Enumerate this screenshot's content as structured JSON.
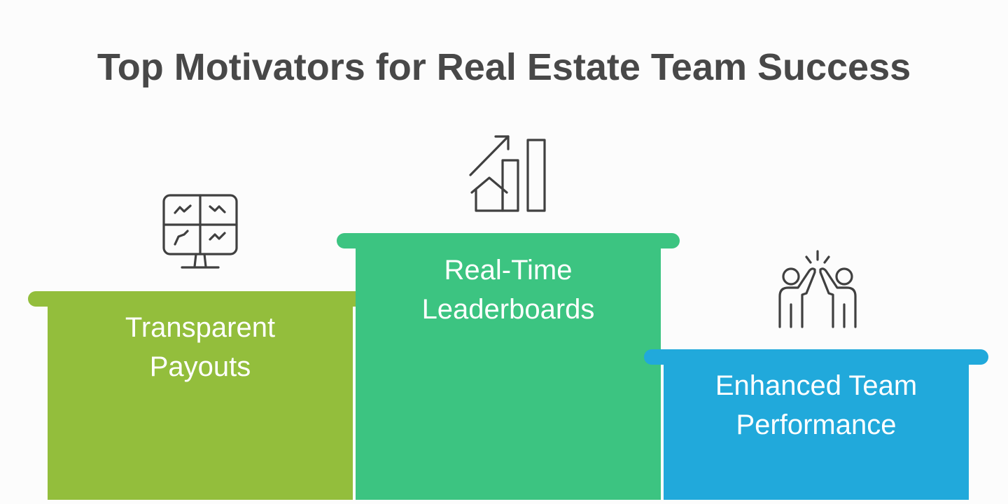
{
  "title": "Top Motivators for Real Estate Team Success",
  "steps": [
    {
      "line1": "Transparent",
      "line2": "Payouts",
      "icon": "dashboard-monitor-icon",
      "color": "#93be3c"
    },
    {
      "line1": "Real-Time",
      "line2": "Leaderboards",
      "icon": "growth-chart-house-icon",
      "color": "#3cc481"
    },
    {
      "line1": "Enhanced Team",
      "line2": "Performance",
      "icon": "high-five-icon",
      "color": "#21a9db"
    }
  ],
  "colors": {
    "title": "#484848",
    "icon_stroke": "#404040",
    "background": "#fcfcfc"
  }
}
